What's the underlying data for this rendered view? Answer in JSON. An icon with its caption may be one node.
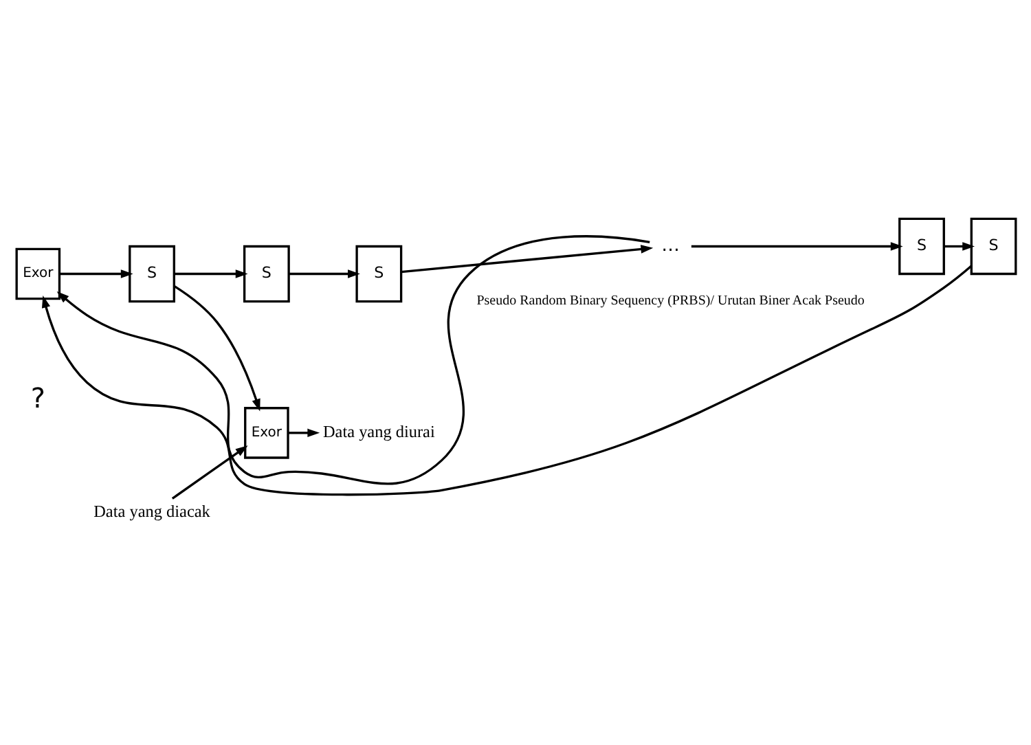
{
  "diagram": {
    "nodes": [
      {
        "text": [
          "Exor"
        ]
      },
      {
        "text": [
          "S"
        ]
      },
      {
        "text": [
          "S"
        ]
      },
      {
        "text": [
          "S"
        ]
      },
      {
        "text": [
          "…"
        ]
      },
      {
        "text": [
          "S"
        ]
      },
      {
        "text": [
          "S"
        ]
      },
      {
        "text": [
          "Exor"
        ]
      },
      {
        "text": [
          "Data yang diurai"
        ]
      },
      {
        "text": [
          "Data yang diacak"
        ]
      }
    ],
    "edges": [
      {
        "from": 0,
        "to": 1,
        "arrow": "to"
      },
      {
        "from": 1,
        "to": 2,
        "arrow": "to"
      },
      {
        "from": 2,
        "to": 3,
        "arrow": "to"
      },
      {
        "from": 3,
        "to": 4,
        "arrow": "to"
      },
      {
        "from": 4,
        "to": 5,
        "arrow": "to"
      },
      {
        "from": 5,
        "to": 6,
        "arrow": "to"
      },
      {
        "from": 6,
        "to": 0,
        "arrow": "to"
      },
      {
        "from": 4,
        "to": 0,
        "arrow": "to"
      },
      {
        "from": 1,
        "to": 7,
        "arrow": "to"
      },
      {
        "from": 9,
        "to": 7,
        "arrow": "to"
      },
      {
        "from": 7,
        "to": 8,
        "arrow": "to"
      }
    ],
    "labels": [
      "?",
      "Pseudo Random Binary Sequency (PRBS)/ Urutan Biner Acak Pseudo"
    ]
  }
}
